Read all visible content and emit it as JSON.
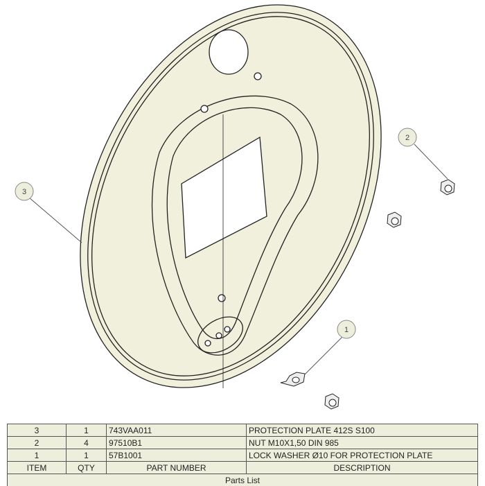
{
  "balloons": [
    {
      "number": "1"
    },
    {
      "number": "2"
    },
    {
      "number": "3"
    }
  ],
  "parts_list": {
    "title": "Parts List",
    "headers": {
      "item": "ITEM",
      "qty": "QTY",
      "part_number": "PART NUMBER",
      "description": "DESCRIPTION"
    },
    "rows": [
      {
        "item": "3",
        "qty": "1",
        "part_number": "743VAA011",
        "description": "PROTECTION PLATE 412S S100"
      },
      {
        "item": "2",
        "qty": "4",
        "part_number": "97510B1",
        "description": "NUT M10X1,50 DIN 985"
      },
      {
        "item": "1",
        "qty": "1",
        "part_number": "57B1001",
        "description": "LOCK WASHER Ø10 FOR PROTECTION PLATE"
      }
    ]
  },
  "colors": {
    "plate": "#f1f0dc",
    "table_bg": "#eeeedc",
    "line": "#222222"
  }
}
